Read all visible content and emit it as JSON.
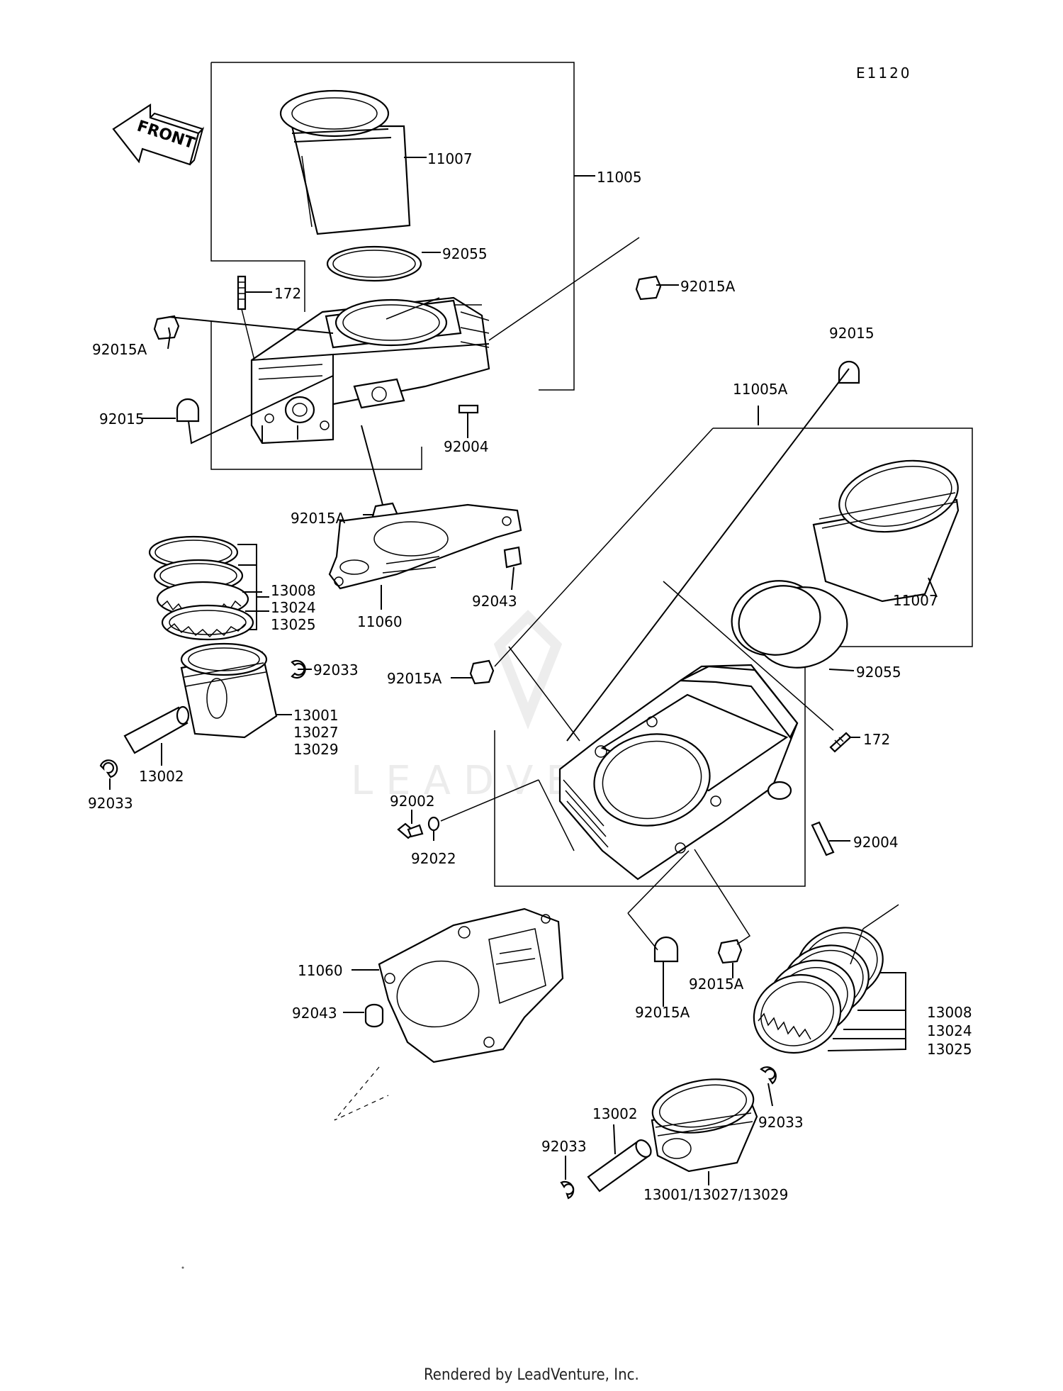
{
  "diagram_code": "E1120",
  "front_arrow_label": "FRONT",
  "footer": "Rendered by LeadVenture, Inc.",
  "watermark": "LEADVENTURE",
  "callouts": {
    "c11007_top": "11007",
    "c11005": "11005",
    "c92055_top": "92055",
    "c172_top": "172",
    "c92015A_right_top": "92015A",
    "c92015A_left_top": "92015A",
    "c92015_left": "92015",
    "c92004_top": "92004",
    "c92015A_bottom_top": "92015A",
    "c13008_left": "13008",
    "c13024_left": "13024",
    "c13025_left": "13025",
    "c11060_top": "11060",
    "c92043_top": "92043",
    "c92033_mid_left": "92033",
    "c13001_left": "13001",
    "c13027_left": "13027",
    "c13029_left": "13029",
    "c13002_left": "13002",
    "c92033_bottom_left": "92033",
    "c92015_right": "92015",
    "c11005A": "11005A",
    "c11007_right": "11007",
    "c92055_right": "92055",
    "c92015A_mid": "92015A",
    "c172_right": "172",
    "c92002": "92002",
    "c92022": "92022",
    "c92004_right": "92004",
    "c11060_bottom": "11060",
    "c92043_bottom": "92043",
    "c92015A_bottom_center": "92015A",
    "c92015A_bottom_right": "92015A",
    "c13008_right": "13008",
    "c13024_right": "13024",
    "c13025_right": "13025",
    "c13002_bottom": "13002",
    "c92033_bottom_mid": "92033",
    "c92033_bottom_right": "92033",
    "c13001_combo": "13001/13027/13029"
  }
}
